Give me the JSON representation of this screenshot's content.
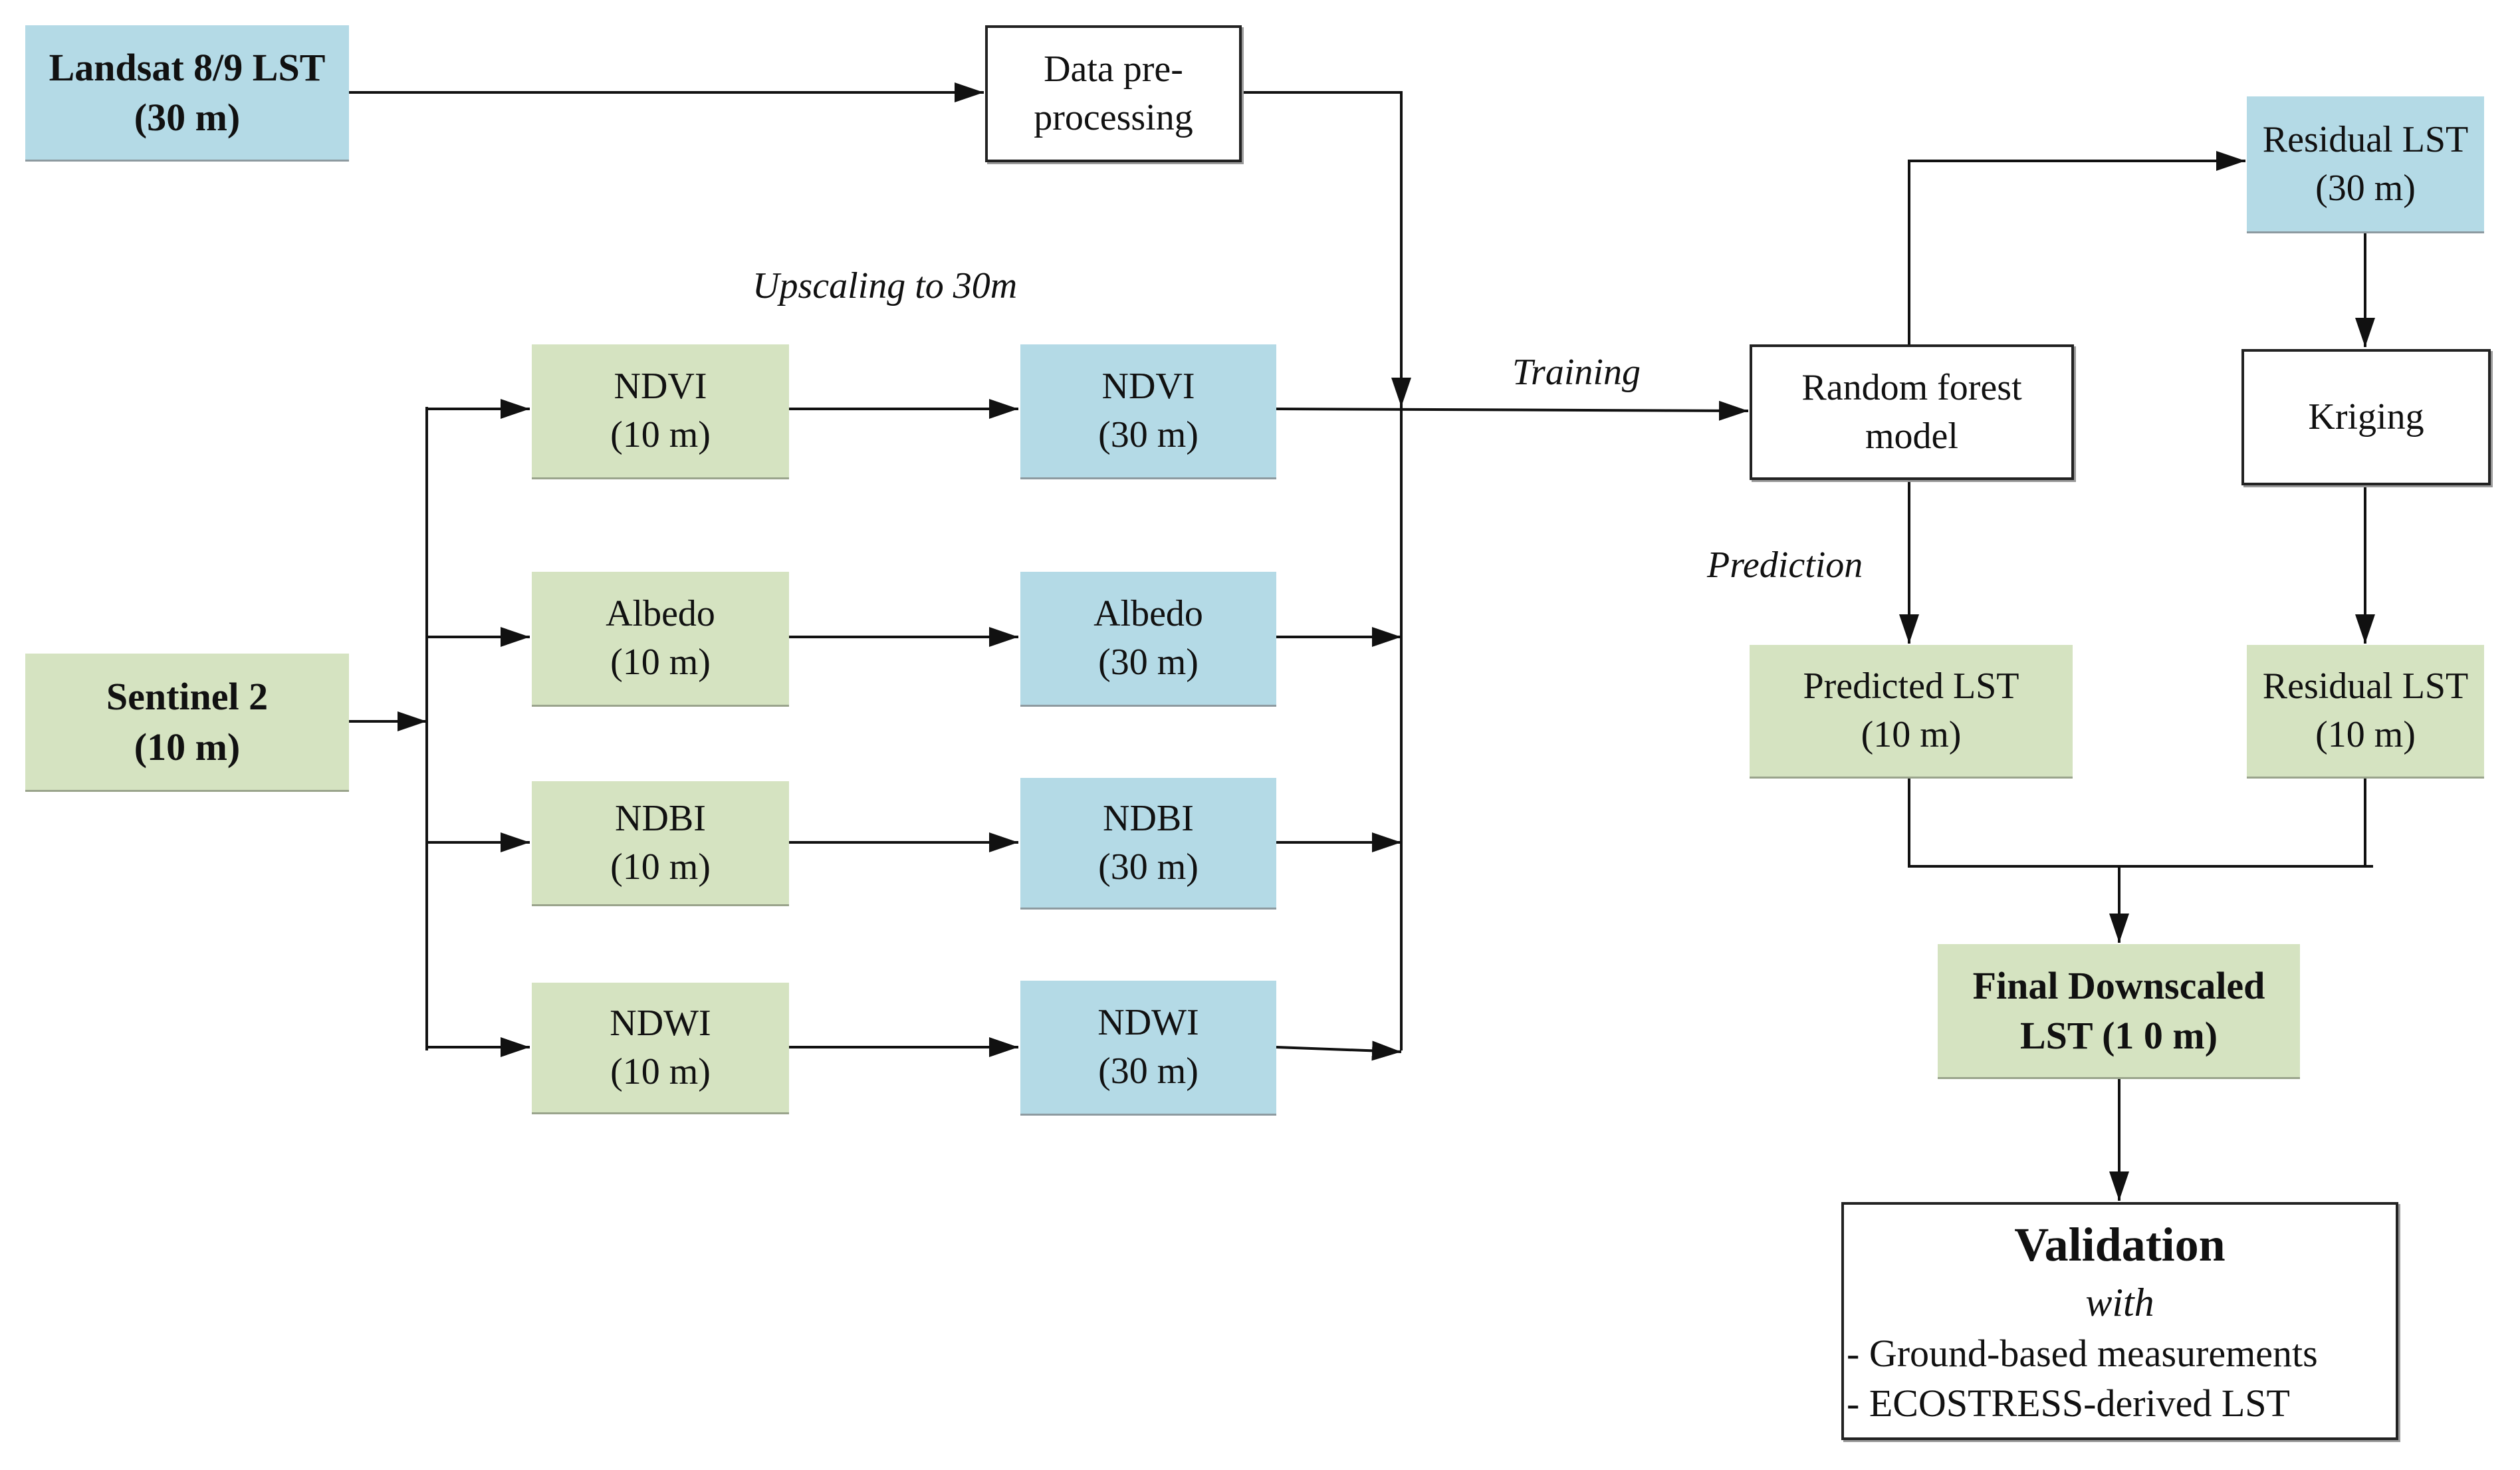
{
  "nodes": {
    "landsat": {
      "line1": "Landsat 8/9 LST",
      "line2": "(30 m)"
    },
    "preprocess": {
      "line1": "Data pre-",
      "line2": "processing"
    },
    "sentinel": {
      "line1": "Sentinel 2",
      "line2": "(10 m)"
    },
    "ndvi10": {
      "line1": "NDVI",
      "line2": "(10 m)"
    },
    "albedo10": {
      "line1": "Albedo",
      "line2": "(10 m)"
    },
    "ndbi10": {
      "line1": "NDBI",
      "line2": "(10 m)"
    },
    "ndwi10": {
      "line1": "NDWI",
      "line2": "(10 m)"
    },
    "ndvi30": {
      "line1": "NDVI",
      "line2": "(30 m)"
    },
    "albedo30": {
      "line1": "Albedo",
      "line2": "(30 m)"
    },
    "ndbi30": {
      "line1": "NDBI",
      "line2": "(30 m)"
    },
    "ndwi30": {
      "line1": "NDWI",
      "line2": "(30 m)"
    },
    "rf": {
      "line1": "Random forest",
      "line2": "model"
    },
    "residual30": {
      "line1": "Residual LST",
      "line2": "(30 m)"
    },
    "kriging": {
      "line1": "Kriging"
    },
    "predicted": {
      "line1": "Predicted LST",
      "line2": "(10 m)"
    },
    "residual10": {
      "line1": "Residual LST",
      "line2": "(10 m)"
    },
    "final": {
      "line1": "Final Downscaled",
      "line2": "LST (1 0 m)"
    },
    "validation": {
      "title": "Validation",
      "subtitle": "with",
      "items": [
        "- Ground-based measurements",
        "- ECOSTRESS-derived LST"
      ]
    }
  },
  "labels": {
    "upscaling": "Upscaling to 30m",
    "training": "Training",
    "prediction": "Prediction"
  },
  "colors": {
    "landsat_blue": "#b4dae6",
    "sentinel_green": "#d5e3c1",
    "line": "#111111"
  }
}
